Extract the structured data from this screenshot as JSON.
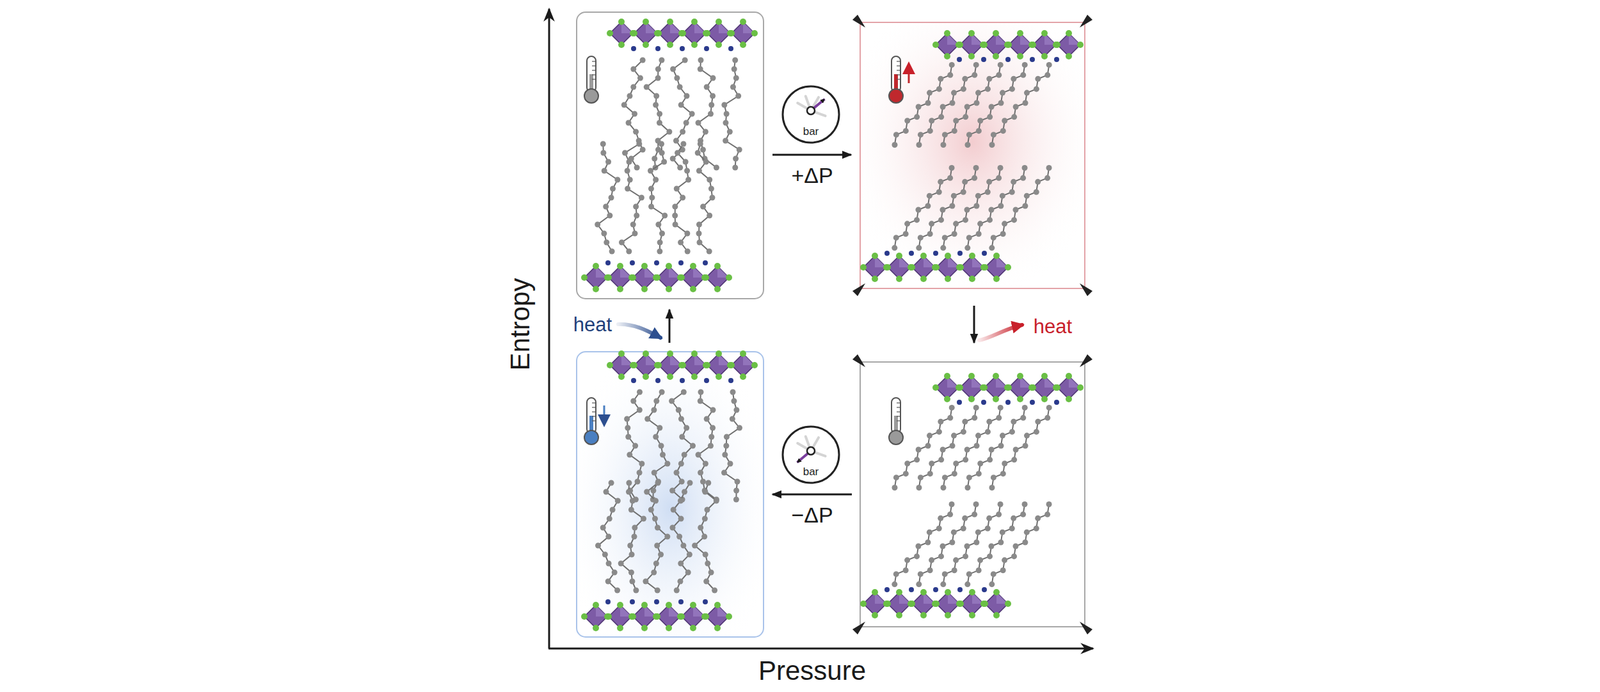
{
  "diagram": {
    "nodes": [
      {
        "text": [
          "bar"
        ]
      },
      {
        "text": [
          "bar"
        ]
      }
    ],
    "labels": [
      "Entropy",
      "+ΔP",
      "heat",
      "heat",
      "−ΔP",
      "Pressure"
    ]
  }
}
